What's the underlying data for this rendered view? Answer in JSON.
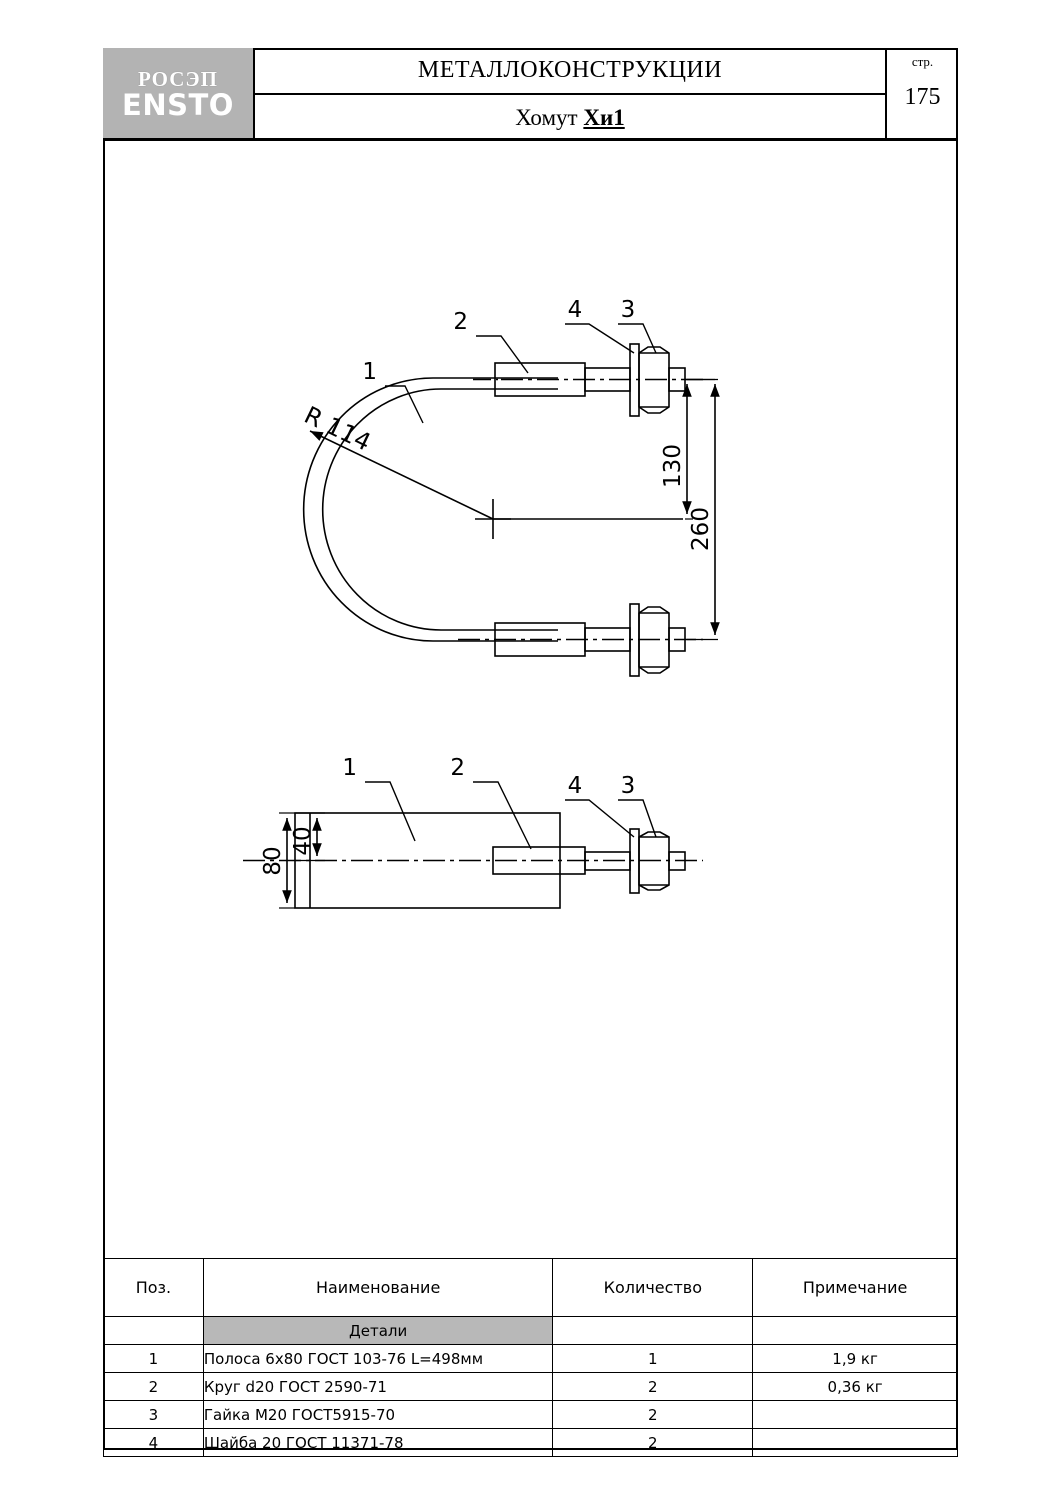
{
  "header": {
    "logo_line1": "РОСЭП",
    "logo_line2": "ENSTO",
    "title_main": "МЕТАЛЛОКОНСТРУКЦИИ",
    "title_sub_prefix": "Хомут ",
    "title_sub_code": "Хи1",
    "page_caption": "стр.",
    "page_number": "175"
  },
  "drawing": {
    "front_view": {
      "callouts": [
        "1",
        "2",
        "3",
        "4"
      ],
      "radius_label": "R 114",
      "dim_130": "130",
      "dim_260": "260"
    },
    "side_view": {
      "callouts": [
        "1",
        "2",
        "3",
        "4"
      ],
      "dim_80": "80",
      "dim_40": "40"
    }
  },
  "parts_table": {
    "columns": [
      "Поз.",
      "Наименование",
      "Количество",
      "Примечание"
    ],
    "group_label": "Детали",
    "rows": [
      {
        "pos": "1",
        "name": "Полоса 6х80 ГОСТ 103-76 L=498мм",
        "qty": "1",
        "note": "1,9 кг"
      },
      {
        "pos": "2",
        "name": "Круг d20 ГОСТ 2590-71",
        "qty": "2",
        "note": "0,36 кг"
      },
      {
        "pos": "3",
        "name": "Гайка М20 ГОСТ5915-70",
        "qty": "2",
        "note": ""
      },
      {
        "pos": "4",
        "name": "Шайба 20 ГОСТ 11371-78",
        "qty": "2",
        "note": ""
      }
    ]
  }
}
